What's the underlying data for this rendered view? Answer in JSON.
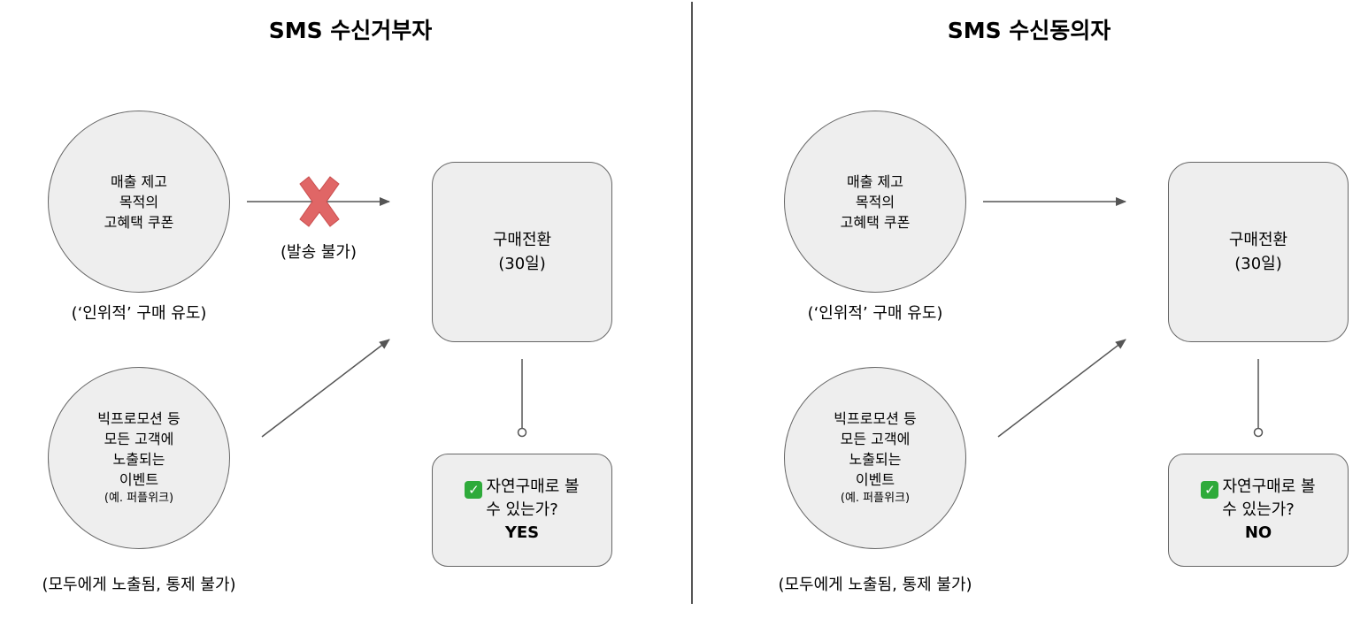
{
  "left": {
    "title": "SMS 수신거부자",
    "coupon": {
      "line1": "매출 제고",
      "line2": "목적의",
      "line3": "고혜택 쿠폰"
    },
    "coupon_caption": "(‘인위적’ 구매 유도)",
    "blocked_label": "(발송 불가)",
    "event": {
      "line1": "빅프로모션 등",
      "line2": "모든 고객에",
      "line3": "노출되는",
      "line4": "이벤트",
      "line5": "(예. 퍼플위크)"
    },
    "event_caption": "(모두에게 노출됨, 통제 불가)",
    "conversion": {
      "line1": "구매전환",
      "line2": "(30일)"
    },
    "question": {
      "line1": "자연구매로 볼",
      "line2": "수 있는가?",
      "answer": "YES"
    }
  },
  "right": {
    "title": "SMS 수신동의자",
    "coupon": {
      "line1": "매출 제고",
      "line2": "목적의",
      "line3": "고혜택 쿠폰"
    },
    "coupon_caption": "(‘인위적’ 구매 유도)",
    "event": {
      "line1": "빅프로모션 등",
      "line2": "모든 고객에",
      "line3": "노출되는",
      "line4": "이벤트",
      "line5": "(예. 퍼플위크)"
    },
    "event_caption": "(모두에게 노출됨, 통제 불가)",
    "conversion": {
      "line1": "구매전환",
      "line2": "(30일)"
    },
    "question": {
      "line1": "자연구매로 볼",
      "line2": "수 있는가?",
      "answer": "NO"
    }
  },
  "icons": {
    "check": "check-mark-icon",
    "blocked": "red-x-icon"
  },
  "colors": {
    "node_fill": "#eeeeee",
    "node_border": "#666666",
    "arrow": "#555555",
    "blocked_x": "#e06666",
    "check": "#2eaa3a"
  }
}
